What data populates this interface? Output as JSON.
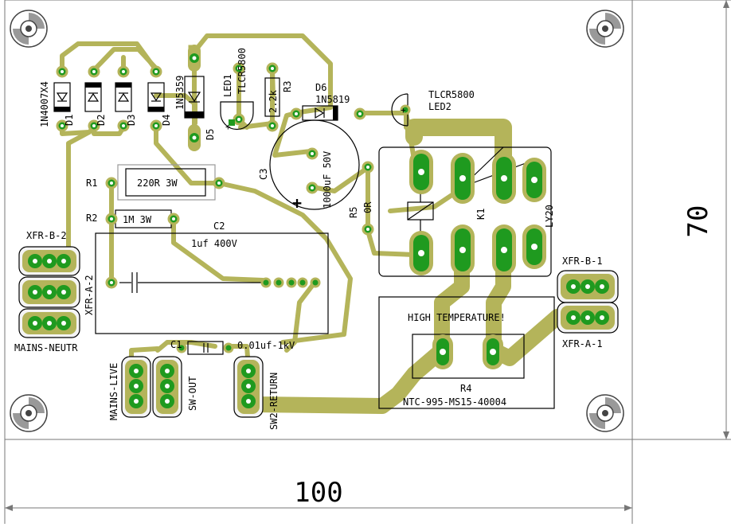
{
  "colors": {
    "board": "#ffffff",
    "trace": "#b4b45a",
    "pad": "#1f9a1f",
    "hole": "#ffffff",
    "ink": "#000000",
    "mount": "#a0a0a0"
  },
  "dimensions": {
    "width_label": "100",
    "height_label": "70"
  },
  "labels": {
    "d_series": "1N4007X4",
    "d1": "D1",
    "d2": "D2",
    "d3": "D3",
    "d4": "D4",
    "d5_part": "1N5359",
    "d5": "D5",
    "led1": "LED1",
    "led1_part": "TLCR5800",
    "r3": "R3",
    "r3_val": "2.2k",
    "d6": "D6",
    "d6_part": "1N5819",
    "led2_part": "TLCR5800",
    "led2": "LED2",
    "c3": "C3",
    "c3_val": "1000uF 50V",
    "r1": "R1",
    "r1_val": "220R 3W",
    "r2": "R2",
    "r2_val": "1M 3W",
    "c2": "C2",
    "c2_val": "1uf 400V",
    "r5": "R5",
    "r5_val": "0R",
    "k1": "K1",
    "ly20": "LY20",
    "xfr_b2": "XFR-B-2",
    "xfr_a2": "XFR-A-2",
    "mains_neutr": "MAINS-NEUTR",
    "xfr_b1": "XFR-B-1",
    "xfr_a1": "XFR-A-1",
    "high_temp": "HIGH TEMPERATURE!",
    "r4": "R4",
    "r4_part": "NTC-995-MS15-40004",
    "c1": "C1",
    "c1_val": "0.01uf-1kV",
    "mains_live": "MAINS-LIVE",
    "sw_out": "SW-OUT",
    "sw2_return": "SW2-RETURN",
    "plus": "+"
  }
}
